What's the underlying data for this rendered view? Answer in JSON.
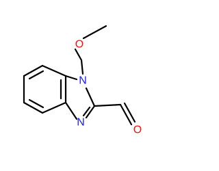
{
  "molecule": {
    "atoms": {
      "n1": {
        "label": "N",
        "color": "#1a1aff"
      },
      "n3": {
        "label": "N",
        "color": "#1a1aff"
      },
      "o_ether": {
        "label": "O",
        "color": "#ff0d0d"
      },
      "o_carbonyl": {
        "label": "O",
        "color": "#ff0d0d"
      }
    }
  }
}
